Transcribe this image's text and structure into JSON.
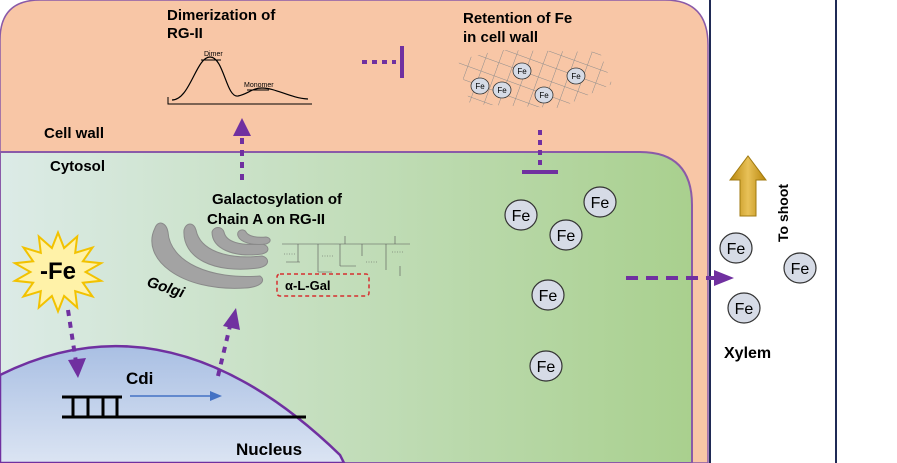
{
  "colors": {
    "cell_wall": "#f8c6a6",
    "cell_wall_border": "#8a5aa8",
    "cytosol_left": "#dcebe7",
    "cytosol_right": "#a9d08e",
    "nucleus_top": "#a9bfe3",
    "nucleus_bottom": "#dbe4f3",
    "arrow_purple": "#7030a0",
    "fe_fill": "#d6dbe6",
    "golgi": "#a3a3a3",
    "starburst": "#fff2a8",
    "starburst_stroke": "#f2c200",
    "shoot_arrow": "#c9a227",
    "gal_box": "#d62f2f",
    "transcript_arrow": "#4472c4"
  },
  "labels": {
    "dimerization": [
      "Dimerization of",
      "RG-II"
    ],
    "dimer": "Dimer",
    "monomer": "Monomer",
    "retention": [
      "Retention of Fe",
      "in cell wall"
    ],
    "cell_wall": "Cell wall",
    "cytosol": "Cytosol",
    "galactosylation": [
      "Galactosylation of",
      "Chain A on RG-II"
    ],
    "golgi": "Golgi",
    "gal": "α-L-Gal",
    "fe_deficiency": "-Fe",
    "gene": "Cdi",
    "nucleus": "Nucleus",
    "xylem": "Xylem",
    "to_shoot": "To shoot",
    "fe": "Fe"
  }
}
